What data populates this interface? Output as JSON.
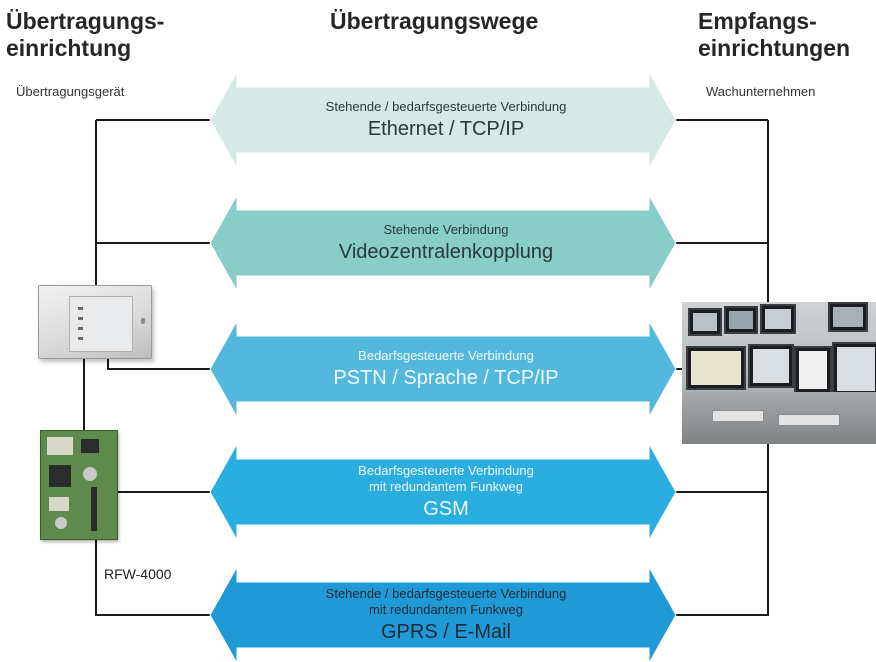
{
  "headings": {
    "left": [
      "Übertragungs-",
      "einrichtung"
    ],
    "center": "Übertragungswege",
    "right": [
      "Empfangs-",
      "einrichtungen"
    ]
  },
  "sublabels": {
    "left": "Übertragungsgerät",
    "right": "Wachunternehmen"
  },
  "device_label": "RFW-4000",
  "arrows": [
    {
      "small": [
        "Stehende / bedarfsgesteuerte Verbindung"
      ],
      "big": "Ethernet  /  TCP/IP",
      "fill": "#d5e9e6",
      "text_style": "light"
    },
    {
      "small": [
        "Stehende Verbindung"
      ],
      "big": "Videozentralenkopplung",
      "fill": "#88cdc7",
      "text_style": "light"
    },
    {
      "small": [
        "Bedarfsgesteuerte Verbindung"
      ],
      "big": "PSTN / Sprache / TCP/IP",
      "fill": "#54b8de",
      "text_style": "white"
    },
    {
      "small": [
        "Bedarfsgesteuerte Verbindung",
        "mit redundantem Funkweg"
      ],
      "big": "GSM",
      "fill": "#2aaddf",
      "text_style": "white"
    },
    {
      "small": [
        "Stehende / bedarfsgesteuerte Verbindung",
        "mit redundantem Funkweg"
      ],
      "big": "GPRS / E-Mail",
      "fill": "#1f9ad6",
      "text_style": "dark"
    }
  ],
  "colors": {
    "line": "#1a1a1a",
    "arrow_stroke": "#ffffff"
  }
}
